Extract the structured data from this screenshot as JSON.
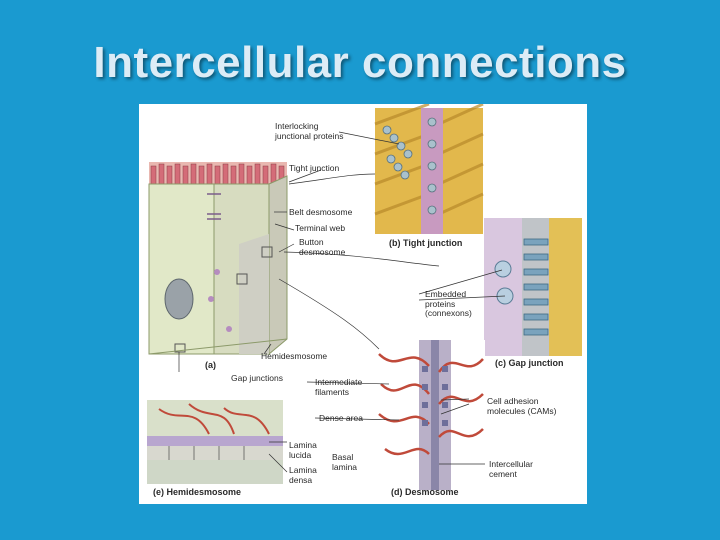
{
  "slide": {
    "title": "Intercellular connections"
  },
  "figure": {
    "labels": {
      "interlocking": "Interlocking\njunctional proteins",
      "tight_junction": "Tight junction",
      "belt_desmosome": "Belt desmosome",
      "terminal_web": "Terminal web",
      "button_desmosome": "Button\ndesmosome",
      "embedded_proteins": "Embedded\nproteins\n(connexons)",
      "hemidesmosome": "Hemidesmosome",
      "gap_junctions": "Gap junctions",
      "intermediate_filaments": "Intermediate\nfilaments",
      "dense_area": "Dense area",
      "cams": "Cell adhesion\nmolecules (CAMs)",
      "lamina_lucida": "Lamina\nlucida",
      "basal_lamina": "Basal\nlamina",
      "lamina_densa": "Lamina\ndensa",
      "intercellular_cement": "Intercellular\ncement"
    },
    "captions": {
      "a": "(a)",
      "b": "(b) Tight junction",
      "c": "(c) Gap junction",
      "d": "(d) Desmosome",
      "e": "(e) Hemidesmosome"
    }
  },
  "colors": {
    "background": "#1a9ad0",
    "title_text": "#dcecf6",
    "membrane_yellow": "#e8c85a",
    "protein_purple": "#a98ab6",
    "filament_red": "#c04a3a",
    "cell_green": "#d9e3c2"
  }
}
